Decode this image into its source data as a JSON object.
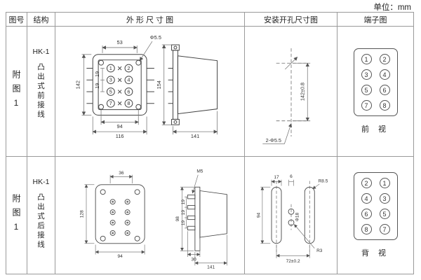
{
  "unit_label": "单位：mm",
  "header": {
    "fig_no": "图号",
    "structure": "结构",
    "outline": "外 形 尺 寸 图",
    "install": "安装开孔尺寸图",
    "terminal": "端子图"
  },
  "rows": [
    {
      "fig_no": "附图1",
      "model": "HK-1",
      "structure": "凸出式前接线",
      "outline_dims": {
        "top_width": "53",
        "corner_hole": "Φ5.5",
        "height": "142",
        "pitch_a": "19",
        "pitch_b": "19",
        "hole_span": "94",
        "outer_width": "116",
        "side_height": "154",
        "side_length": "141"
      },
      "install_dims": {
        "height": "142±0.8",
        "holes": "2-Φ5.5"
      },
      "terminal_panel": {
        "left": [
          "1",
          "3",
          "5",
          "7"
        ],
        "right": [
          "2",
          "4",
          "6",
          "8"
        ],
        "view": "前 视"
      }
    },
    {
      "fig_no": "附图1",
      "model": "HK-1",
      "structure": "凸出式后接线",
      "outline_dims": {
        "top_width": "36",
        "screw": "M5",
        "height": "128",
        "width": "94",
        "block_height": "98",
        "pitch_a": "19",
        "pitch_b": "19",
        "pitch_c": "19",
        "stud_length": "30",
        "side_length": "141"
      },
      "install_dims": {
        "slot_width": "17",
        "offset": "6",
        "radius_big": "R8.5",
        "slot_height": "94",
        "hole": "Φ18",
        "radius_small": "R3",
        "span": "72±0.2"
      },
      "terminal_panel": {
        "left": [
          "2",
          "4",
          "6",
          "8"
        ],
        "right": [
          "1",
          "3",
          "5",
          "7"
        ],
        "view": "背 视"
      }
    }
  ]
}
